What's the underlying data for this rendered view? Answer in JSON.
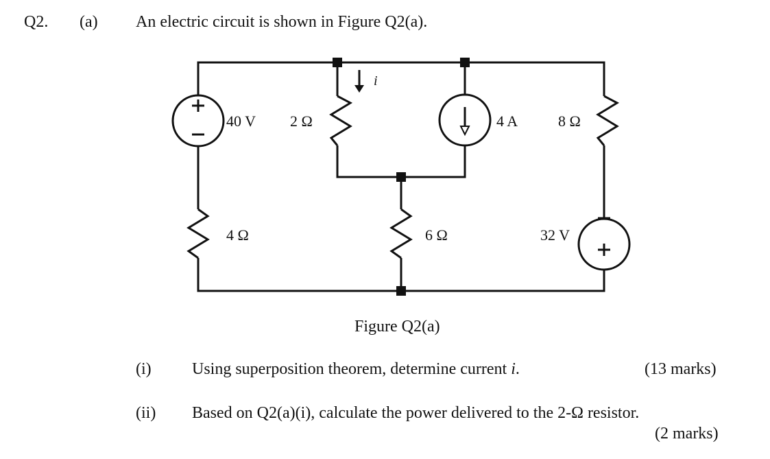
{
  "question": {
    "number": "Q2.",
    "part": "(a)",
    "intro": "An electric circuit is shown in Figure Q2(a)."
  },
  "figure": {
    "caption": "Figure Q2(a)",
    "labels": {
      "v40": "40 V",
      "r2": "2 Ω",
      "i": "i",
      "cs4": "4 A",
      "r8": "8 Ω",
      "r4": "4 Ω",
      "r6": "6 Ω",
      "v32": "32 V"
    }
  },
  "subparts": [
    {
      "label": "(i)",
      "text_before": "Using superposition theorem, determine current ",
      "var": "i",
      "text_after": ".",
      "marks": "(13 marks)"
    },
    {
      "label": "(ii)",
      "text": "Based on Q2(a)(i), calculate the power delivered to the 2-Ω resistor.",
      "marks": "(2 marks)"
    }
  ]
}
